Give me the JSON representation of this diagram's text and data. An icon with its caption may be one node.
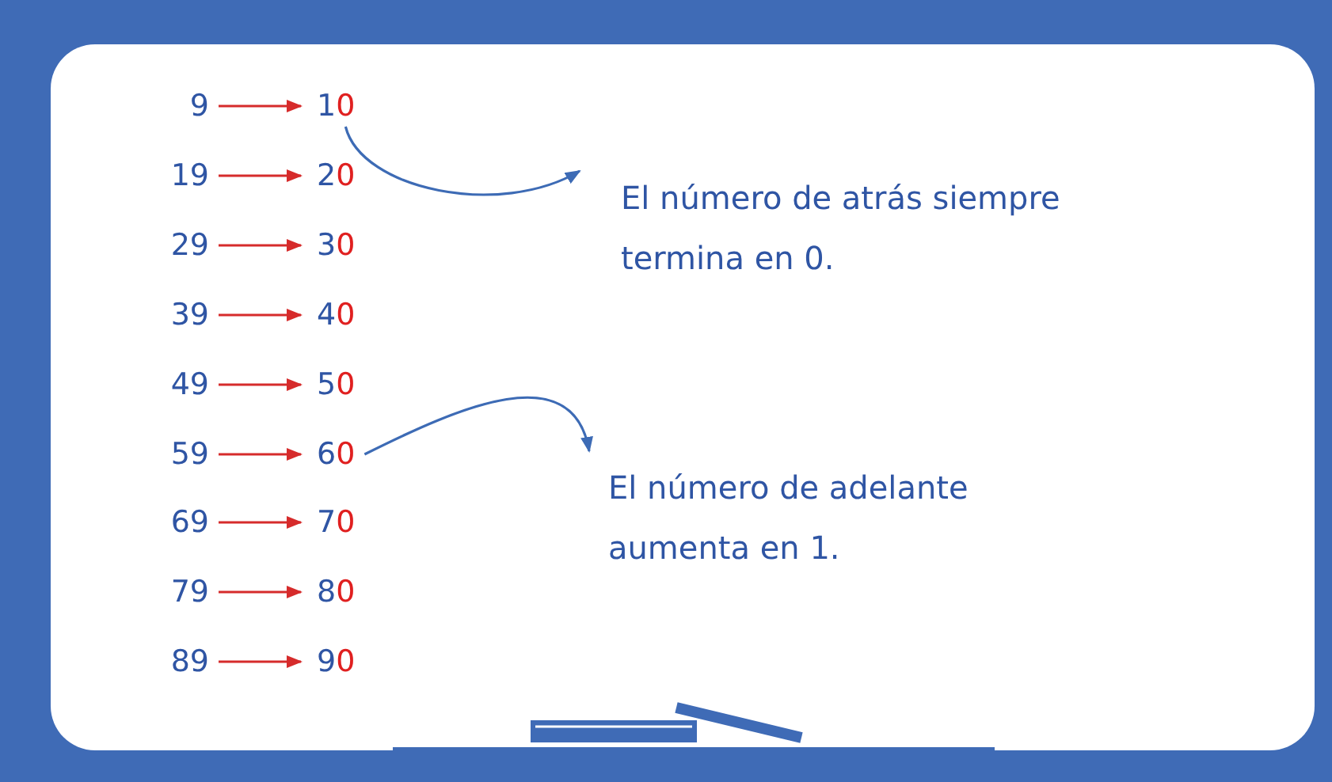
{
  "diagram": {
    "nodes": [
      {
        "text": [
          "9"
        ]
      },
      {
        "text": [
          "10"
        ]
      },
      {
        "text": [
          "19"
        ]
      },
      {
        "text": [
          "20"
        ]
      },
      {
        "text": [
          "29"
        ]
      },
      {
        "text": [
          "30"
        ]
      },
      {
        "text": [
          "39"
        ]
      },
      {
        "text": [
          "40"
        ]
      },
      {
        "text": [
          "49"
        ]
      },
      {
        "text": [
          "50"
        ]
      },
      {
        "text": [
          "59"
        ]
      },
      {
        "text": [
          "60"
        ]
      },
      {
        "text": [
          "69"
        ]
      },
      {
        "text": [
          "70"
        ]
      },
      {
        "text": [
          "79"
        ]
      },
      {
        "text": [
          "80"
        ]
      },
      {
        "text": [
          "89"
        ]
      },
      {
        "text": [
          "90"
        ]
      },
      {
        "text": [
          "El número de atrás siempre termina en 0."
        ]
      },
      {
        "text": [
          "El número de adelante aumenta en 1."
        ]
      }
    ],
    "edges": [
      {
        "from": 0,
        "to": 1,
        "arrow": "to"
      },
      {
        "from": 2,
        "to": 3,
        "arrow": "to"
      },
      {
        "from": 4,
        "to": 5,
        "arrow": "to"
      },
      {
        "from": 6,
        "to": 7,
        "arrow": "to"
      },
      {
        "from": 8,
        "to": 9,
        "arrow": "to"
      },
      {
        "from": 10,
        "to": 11,
        "arrow": "to"
      },
      {
        "from": 12,
        "to": 13,
        "arrow": "to"
      },
      {
        "from": 14,
        "to": 15,
        "arrow": "to"
      },
      {
        "from": 16,
        "to": 17,
        "arrow": "to"
      },
      {
        "from": 1,
        "to": 18,
        "arrow": "to",
        "color": "#3d6bb5"
      },
      {
        "from": 11,
        "to": 19,
        "arrow": "to",
        "color": "#3d6bb5"
      }
    ]
  }
}
